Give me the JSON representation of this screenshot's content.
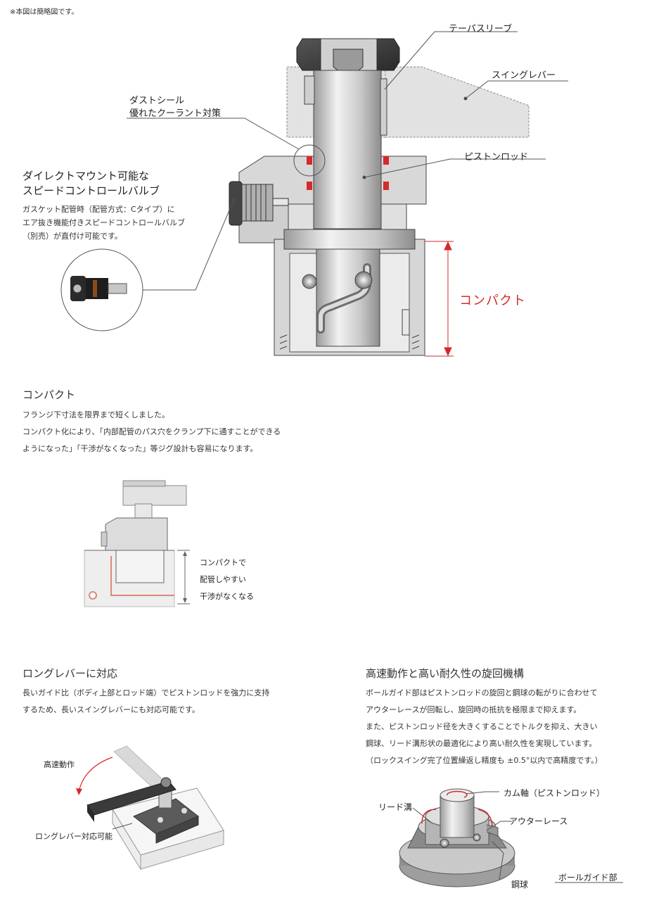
{
  "note": "※本図は簡略図です。",
  "main_diagram": {
    "labels": {
      "taper_sleeve": "テーパスリーブ",
      "swing_lever": "スイングレバー",
      "dust_seal_1": "ダストシール",
      "dust_seal_2": "優れたクーラント対策",
      "piston_rod": "ピストンロッド",
      "compact": "コンパクト"
    },
    "direct_mount": {
      "title_1": "ダイレクトマウント可能な",
      "title_2": "スピードコントロールバルブ",
      "desc_1": "ガスケット配管時（配管方式：Cタイプ）に",
      "desc_2": "エア抜き機能付きスピードコントロールバルブ",
      "desc_3": "（別売）が直付け可能です。"
    }
  },
  "compact_section": {
    "title": "コンパクト",
    "body_1": "フランジ下寸法を限界まで短くしました。",
    "body_2": "コンパクト化により、「内部配管のパス穴をクランプ下に通すことができる",
    "body_3": "ようになった」「干渉がなくなった」等ジグ設計も容易になります。",
    "diagram_labels": {
      "line_1": "コンパクトで",
      "line_2": "配管しやすい",
      "line_3": "干渉がなくなる"
    }
  },
  "long_lever": {
    "title": "ロングレバーに対応",
    "body_1": "長いガイド比（ボディ上部とロッド端）でピストンロッドを強力に支持",
    "body_2": "するため、長いスイングレバーにも対応可能です。",
    "label_high_speed": "高速動作",
    "label_long_lever": "ロングレバー対応可能"
  },
  "rotation": {
    "title": "高速動作と高い耐久性の旋回機構",
    "body_1": "ボールガイド部はピストンロッドの旋回と鋼球の転がりに合わせて",
    "body_2": "アウターレースが回転し、旋回時の抵抗を極限まで抑えます。",
    "body_3": "また、ピストンロッド径を大きくすることでトルクを抑え、大きい",
    "body_4": "鋼球、リード溝形状の最適化により高い耐久性を実現しています。",
    "body_5": "（ロックスイング完了位置繰返し精度も ±0.5°以内で高精度です。）",
    "labels": {
      "cam_shaft": "カム軸（ピストンロッド）",
      "lead_groove": "リード溝",
      "outer_race": "アウターレース",
      "steel_ball": "鋼球",
      "ball_guide": "ボールガイド部"
    }
  },
  "colors": {
    "accent_red": "#d42a2a",
    "metal": "#b9b9b9",
    "dark": "#555555"
  }
}
